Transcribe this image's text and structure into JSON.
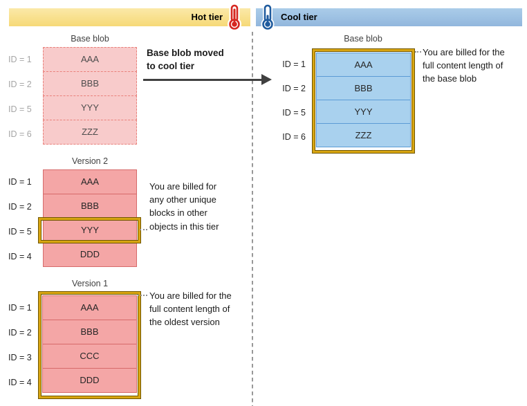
{
  "header": {
    "hot": {
      "label": "Hot tier"
    },
    "cool": {
      "label": "Cool tier"
    }
  },
  "move_annotation": {
    "lines": [
      "Base blob moved",
      "to cool tier"
    ]
  },
  "hot_tier": {
    "base_blob": {
      "title": "Base blob",
      "rows": [
        {
          "id": "ID = 1",
          "label": "AAA"
        },
        {
          "id": "ID = 2",
          "label": "BBB"
        },
        {
          "id": "ID = 5",
          "label": "YYY"
        },
        {
          "id": "ID = 6",
          "label": "ZZZ"
        }
      ]
    },
    "version2": {
      "title": "Version 2",
      "rows": [
        {
          "id": "ID = 1",
          "label": "AAA"
        },
        {
          "id": "ID = 2",
          "label": "BBB"
        },
        {
          "id": "ID = 5",
          "label": "YYY"
        },
        {
          "id": "ID = 4",
          "label": "DDD"
        }
      ],
      "highlighted_block": "YYY",
      "note_lines": [
        "You are billed for",
        "any other unique",
        "blocks in other",
        "objects in this tier"
      ]
    },
    "version1": {
      "title": "Version 1",
      "rows": [
        {
          "id": "ID = 1",
          "label": "AAA"
        },
        {
          "id": "ID = 2",
          "label": "BBB"
        },
        {
          "id": "ID = 3",
          "label": "CCC"
        },
        {
          "id": "ID = 4",
          "label": "DDD"
        }
      ],
      "note_lines": [
        "You are billed for the",
        "full content length of",
        "the oldest version"
      ]
    }
  },
  "cool_tier": {
    "base_blob": {
      "title": "Base blob",
      "rows": [
        {
          "id": "ID = 1",
          "label": "AAA"
        },
        {
          "id": "ID = 2",
          "label": "BBB"
        },
        {
          "id": "ID = 5",
          "label": "YYY"
        },
        {
          "id": "ID = 6",
          "label": "ZZZ"
        }
      ],
      "note_lines": [
        "You are billed for the",
        "full content length of",
        "the base blob"
      ]
    }
  },
  "colors": {
    "hot_bar": "#F6D977",
    "cool_bar": "#9DC3E6",
    "gold_highlight": "#D8A511",
    "pink_light_block": "#F8CBCB",
    "pink_block": "#F4A6A6",
    "blue_block": "#A9D1EE",
    "hot_thermometer": "#D62821",
    "cool_thermometer": "#1F5B9E"
  }
}
